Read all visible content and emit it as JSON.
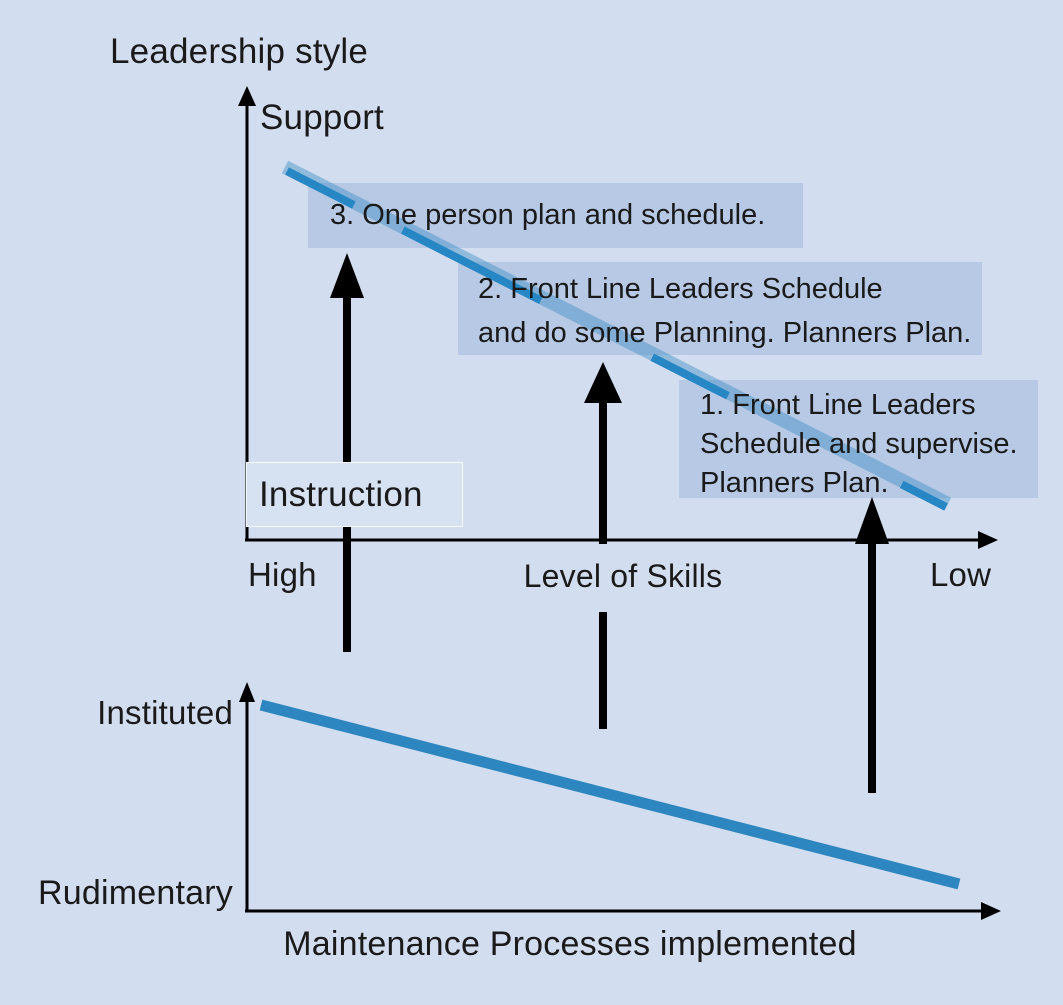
{
  "colors": {
    "background": "#d2ddef",
    "callout_box": "#b7c9e5",
    "line_blue": "#2e86c1",
    "line_blue_light": "rgba(46,134,193,0.40)",
    "text": "#1a1a1a",
    "axis": "#000000"
  },
  "top_chart": {
    "title": "Leadership style",
    "y_axis_label_top": "Support",
    "y_axis_label_bottom": "Instruction",
    "x_axis_label": "Level of Skills",
    "x_axis_label_left": "High",
    "x_axis_label_right": "Low",
    "callouts": [
      {
        "id": 3,
        "lines": [
          "3. One person plan and schedule."
        ]
      },
      {
        "id": 2,
        "lines": [
          "2. Front Line Leaders Schedule",
          "and do some Planning. Planners Plan."
        ]
      },
      {
        "id": 1,
        "lines": [
          "1. Front Line Leaders",
          "Schedule and supervise.",
          "Planners Plan."
        ]
      }
    ]
  },
  "bottom_chart": {
    "y_axis_label_top": "Instituted",
    "y_axis_label_bottom": "Rudimentary",
    "x_axis_label": "Maintenance Processes implemented"
  }
}
